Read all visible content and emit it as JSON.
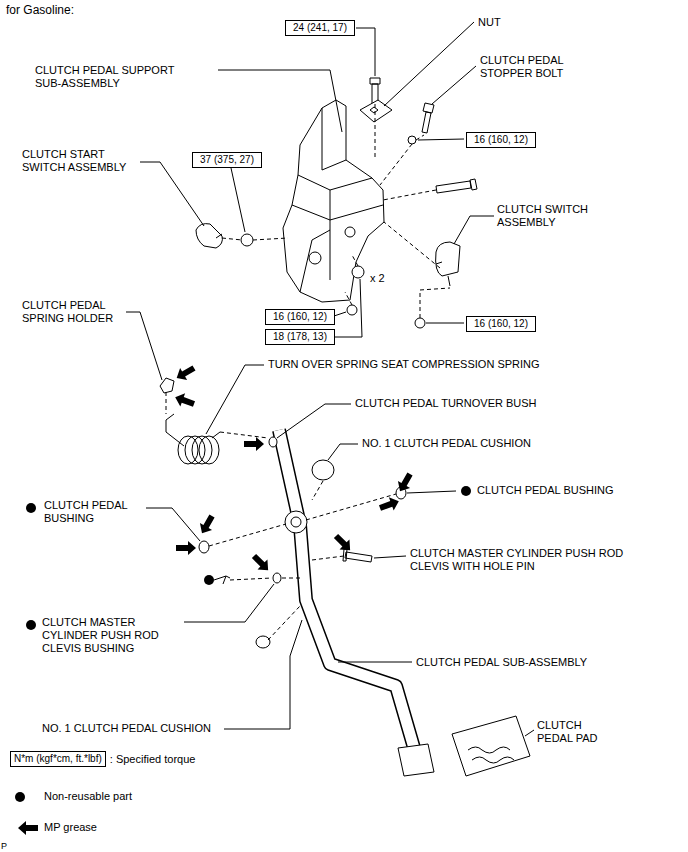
{
  "diagram": {
    "title": "for Gasoline:",
    "nodes": [
      {
        "text": [
          "24 (241, 17)"
        ]
      },
      {
        "text": [
          "37 (375, 27)"
        ]
      },
      {
        "text": [
          "16 (160, 12)"
        ]
      },
      {
        "text": [
          "16 (160, 12)"
        ]
      },
      {
        "text": [
          "18 (178, 13)"
        ]
      },
      {
        "text": [
          "16 (160, 12)"
        ]
      },
      {
        "text": [
          "N*m (kgf*cm, ft.*lbf)"
        ]
      }
    ],
    "labels": [
      "NUT",
      "CLUTCH PEDAL SUPPORT SUB-ASSEMBLY",
      "CLUTCH PEDAL STOPPER BOLT",
      "CLUTCH START SWITCH ASSEMBLY",
      "CLUTCH SWITCH ASSEMBLY",
      "x 2",
      "CLUTCH PEDAL SPRING HOLDER",
      "TURN OVER SPRING SEAT COMPRESSION SPRING",
      "CLUTCH PEDAL TURNOVER BUSH",
      "NO. 1 CLUTCH PEDAL CUSHION",
      "CLUTCH PEDAL BUSHING",
      "CLUTCH PEDAL BUSHING",
      "CLUTCH MASTER CYLINDER PUSH ROD CLEVIS WITH HOLE PIN",
      "CLUTCH MASTER CYLINDER PUSH ROD CLEVIS BUSHING",
      "CLUTCH PEDAL SUB-ASSEMBLY",
      "NO. 1 CLUTCH PEDAL CUSHION",
      "CLUTCH PEDAL PAD",
      "P"
    ],
    "legend": [
      {
        "text": ": Specified torque"
      },
      {
        "text": "Non-reusable part"
      },
      {
        "text": "MP grease"
      }
    ]
  }
}
